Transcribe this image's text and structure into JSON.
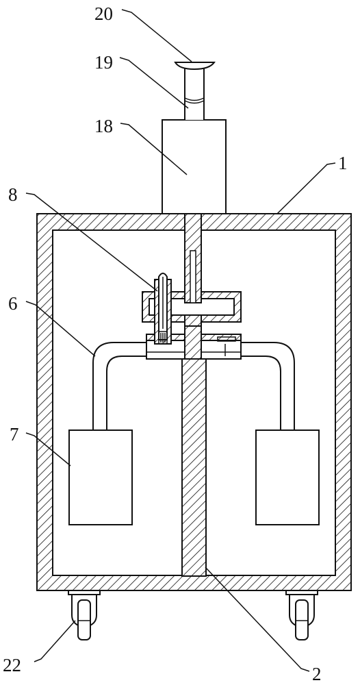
{
  "labels": {
    "part_1": "1",
    "part_2": "2",
    "part_6": "6",
    "part_7": "7",
    "part_8": "8",
    "part_18": "18",
    "part_19": "19",
    "part_20": "20",
    "part_22": "22"
  },
  "colors": {
    "line": "#111111",
    "background": "#ffffff"
  }
}
